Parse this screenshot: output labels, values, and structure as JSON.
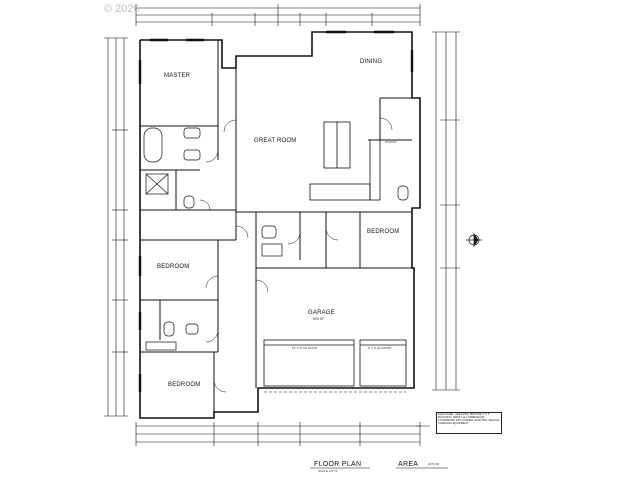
{
  "copyright": "© 2026",
  "rooms": {
    "master": "MASTER",
    "great_room": "GREAT ROOM",
    "dining": "DINING",
    "bedroom_left": "BEDROOM",
    "bedroom_right": "BEDROOM",
    "bedroom_bottom": "BEDROOM",
    "garage": "GARAGE",
    "pantry": "PANTRY"
  },
  "garage_area": "805 SF",
  "doors": {
    "garage_door_large": "16' X 8' OH DOOR",
    "garage_door_small": "8' X 8' OH DOOR"
  },
  "footer": {
    "title": "FLOOR PLAN",
    "area_label": "AREA",
    "area_value": "2474 SF",
    "scale": "SCALE 1/4\"=1'"
  },
  "notes": "ELEC PANEL, SEE NOTE; PROVIDE 2\" X 4\" BLOCKING; VERIFY ALL DIMENSIONS; COORDINATE WITH OWNER; ELECTRIC VEHICLE CHARGING EQUIPMENT."
}
